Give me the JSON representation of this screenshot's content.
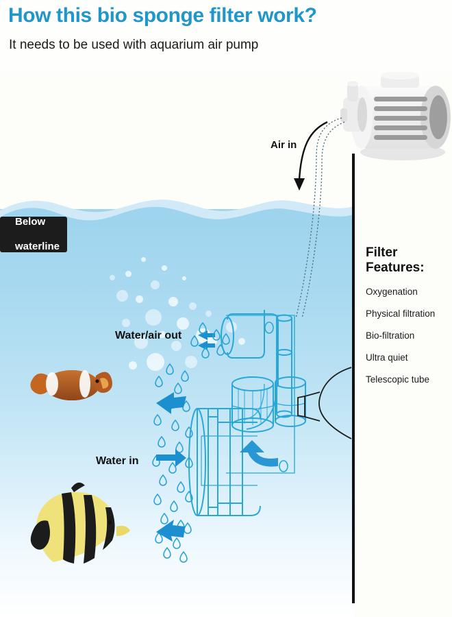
{
  "header": {
    "title": "How this bio sponge filter work?",
    "subtitle": "It needs to be used with aquarium air pump",
    "title_color": "#2196c9"
  },
  "badge": {
    "line1": "Below",
    "line2": "waterline",
    "background": "#1c1c1c",
    "text_color": "#ffffff"
  },
  "labels": {
    "air_in": "Air in",
    "water_air_out": "Water/air out",
    "water_in": "Water in"
  },
  "features": {
    "title_line1": "Filter",
    "title_line2": "Features:",
    "items": [
      "Oxygenation",
      "Physical filtration",
      "Bio-filtration",
      "Ultra quiet",
      "Telescopic tube"
    ]
  },
  "diagram": {
    "icons": {
      "air_pump": "air-pump-icon",
      "sponge_filter": "sponge-filter-icon",
      "suction_cup": "suction-cup-icon",
      "clownfish": "clownfish-icon",
      "moorish_idol": "moorish-idol-fish-icon",
      "air_tube": "air-tube-icon",
      "flow_arrow": "flow-arrow-icon",
      "water_droplet": "water-droplet-icon",
      "bubble": "bubble-icon"
    },
    "colors": {
      "water_top": "#9ed4ee",
      "water_bottom": "#ffffff",
      "wave_front": "#9ed4ee",
      "wave_back": "#d2eaf7",
      "filter_line": "#29a8d8",
      "arrow_blue": "#1b8fd0",
      "pump_body": "#f2f2f2",
      "pump_vent": "#9a9a9a",
      "wall": "#111111"
    }
  }
}
